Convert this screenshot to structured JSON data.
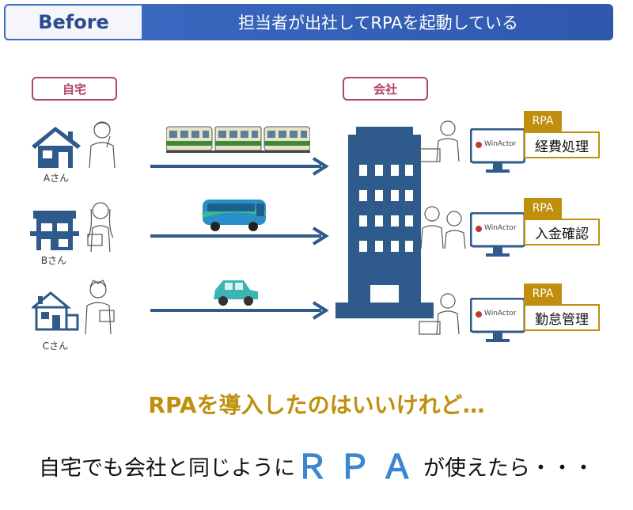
{
  "banner": {
    "before": "Before",
    "title": "担当者が出社してRPAを起動している"
  },
  "labels": {
    "home": "自宅",
    "office": "会社"
  },
  "people": [
    {
      "name": "Aさん",
      "transport": "train"
    },
    {
      "name": "Bさん",
      "transport": "bus"
    },
    {
      "name": "Cさん",
      "transport": "car"
    }
  ],
  "robots": [
    {
      "tag": "RPA",
      "task": "経費処理",
      "logo": "WinActor"
    },
    {
      "tag": "RPA",
      "task": "入金確認",
      "logo": "WinActor"
    },
    {
      "tag": "RPA",
      "task": "勤怠管理",
      "logo": "WinActor"
    }
  ],
  "headline": "RPAを導入したのはいいけれど…",
  "footer": {
    "pre": "自宅でも会社と同じように",
    "big": "ＲＰＡ",
    "post": "が使えたら・・・"
  },
  "colors": {
    "banner": "#3d6cc4",
    "accent_gold": "#bf8f0d",
    "pill_border": "#b0446d",
    "building": "#2f5a8c",
    "rpa_text": "#3a86d1"
  }
}
